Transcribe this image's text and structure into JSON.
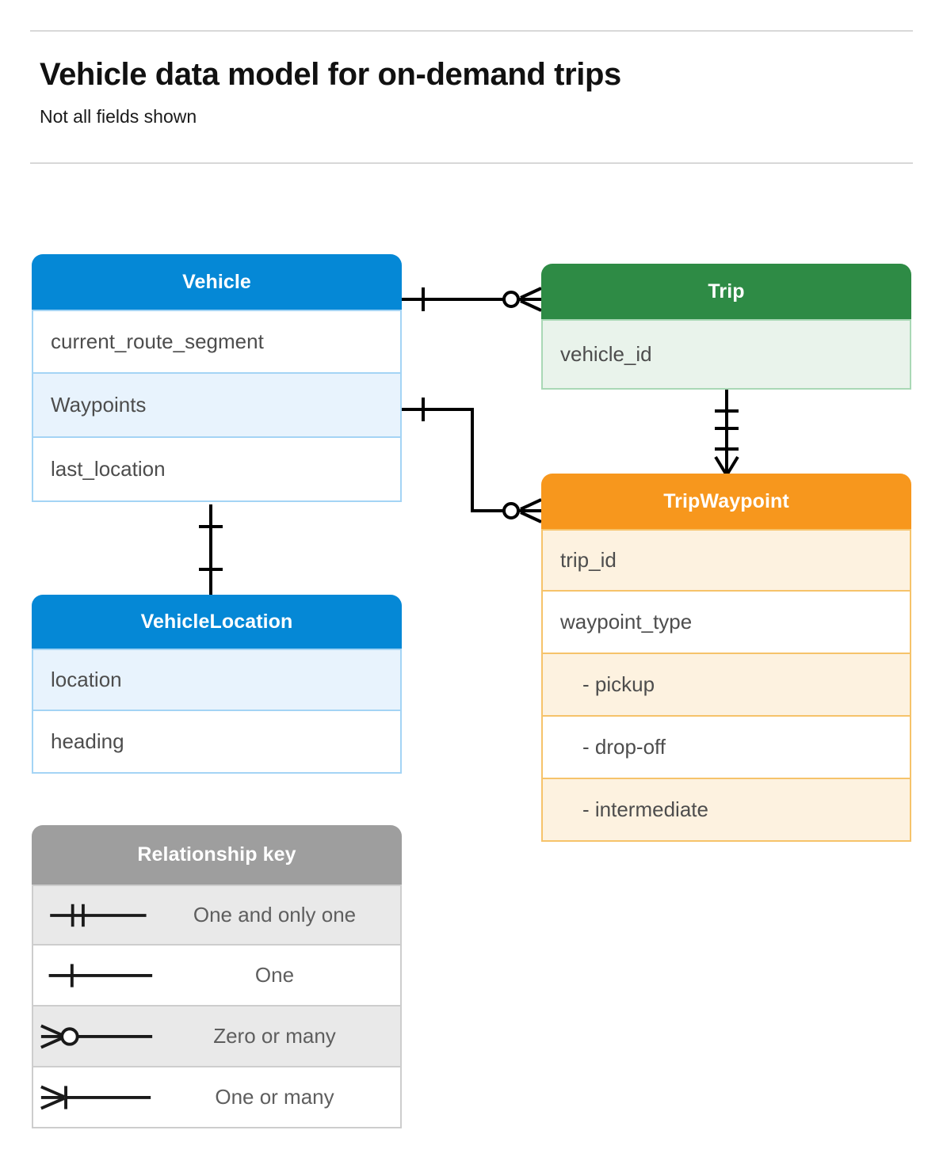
{
  "header": {
    "title": "Vehicle data model for on-demand trips",
    "subtitle": "Not all fields shown"
  },
  "entities": [
    {
      "id": "vehicle",
      "name": "Vehicle",
      "color": "#0588d6",
      "fields": [
        "current_route_segment",
        "Waypoints",
        "last_location"
      ]
    },
    {
      "id": "trip",
      "name": "Trip",
      "color": "#2e8b45",
      "fields": [
        "vehicle_id"
      ]
    },
    {
      "id": "tripwaypoint",
      "name": "TripWaypoint",
      "color": "#f7971d",
      "fields": [
        "trip_id",
        "waypoint_type",
        "-  pickup",
        "-  drop-off",
        "-  intermediate"
      ]
    },
    {
      "id": "vehiclelocation",
      "name": "VehicleLocation",
      "color": "#0588d6",
      "fields": [
        "location",
        "heading"
      ]
    }
  ],
  "legend": {
    "title": "Relationship key",
    "color": "#9e9e9e",
    "items": [
      {
        "symbol": "one-and-only-one",
        "label": "One and only one"
      },
      {
        "symbol": "one",
        "label": "One"
      },
      {
        "symbol": "zero-or-many",
        "label": "Zero or many"
      },
      {
        "symbol": "one-or-many",
        "label": "One or many"
      }
    ]
  },
  "relationships": [
    {
      "from": "vehicle",
      "to": "trip",
      "from_cardinality": "one",
      "to_cardinality": "zero-or-many"
    },
    {
      "from": "vehicle.Waypoints",
      "to": "tripwaypoint",
      "from_cardinality": "one",
      "to_cardinality": "zero-or-many"
    },
    {
      "from": "trip",
      "to": "tripwaypoint",
      "from_cardinality": "one-and-only-one",
      "to_cardinality": "one-or-many"
    },
    {
      "from": "vehicle",
      "to": "vehiclelocation",
      "from_cardinality": "one",
      "to_cardinality": "one"
    }
  ]
}
